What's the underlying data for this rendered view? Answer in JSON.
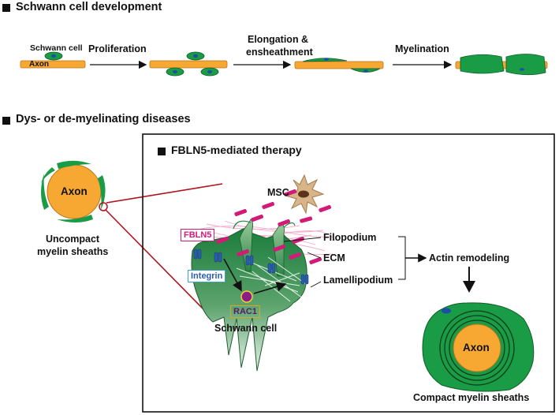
{
  "section1": {
    "title": "Schwann cell development",
    "schwann_cell_label": "Schwann cell",
    "axon_label": "Axon",
    "steps": [
      "Proliferation",
      "Elongation &",
      "ensheathment",
      "Myelination"
    ]
  },
  "section2": {
    "title": "Dys- or de-myelinating diseases",
    "left_axon_label": "Axon",
    "uncompact_line1": "Uncompact",
    "uncompact_line2": "myelin sheaths"
  },
  "therapy": {
    "title": "FBLN5-mediated therapy",
    "msc": "MSC",
    "fbln5": "FBLN5",
    "integrin": "Integrin",
    "rac1": "RAC1",
    "schwann_cell": "Schwann cell",
    "filopodium": "Filopodium",
    "ecm": "ECM",
    "lamellipodium": "Lamellipodium",
    "actin_remodeling": "Actin remodeling",
    "compact_axon": "Axon",
    "compact_caption": "Compact myelin sheaths"
  },
  "colors": {
    "axon": "#f6a833",
    "schwann": "#1a9b45",
    "nucleus": "#1b4fa8",
    "ecm_pink": "#f4a6c8",
    "fbln5_magenta": "#d21a77",
    "integrin_blue": "#2a5db0",
    "msc_brown": "#c99b6a",
    "connector_red": "#b2121d"
  }
}
